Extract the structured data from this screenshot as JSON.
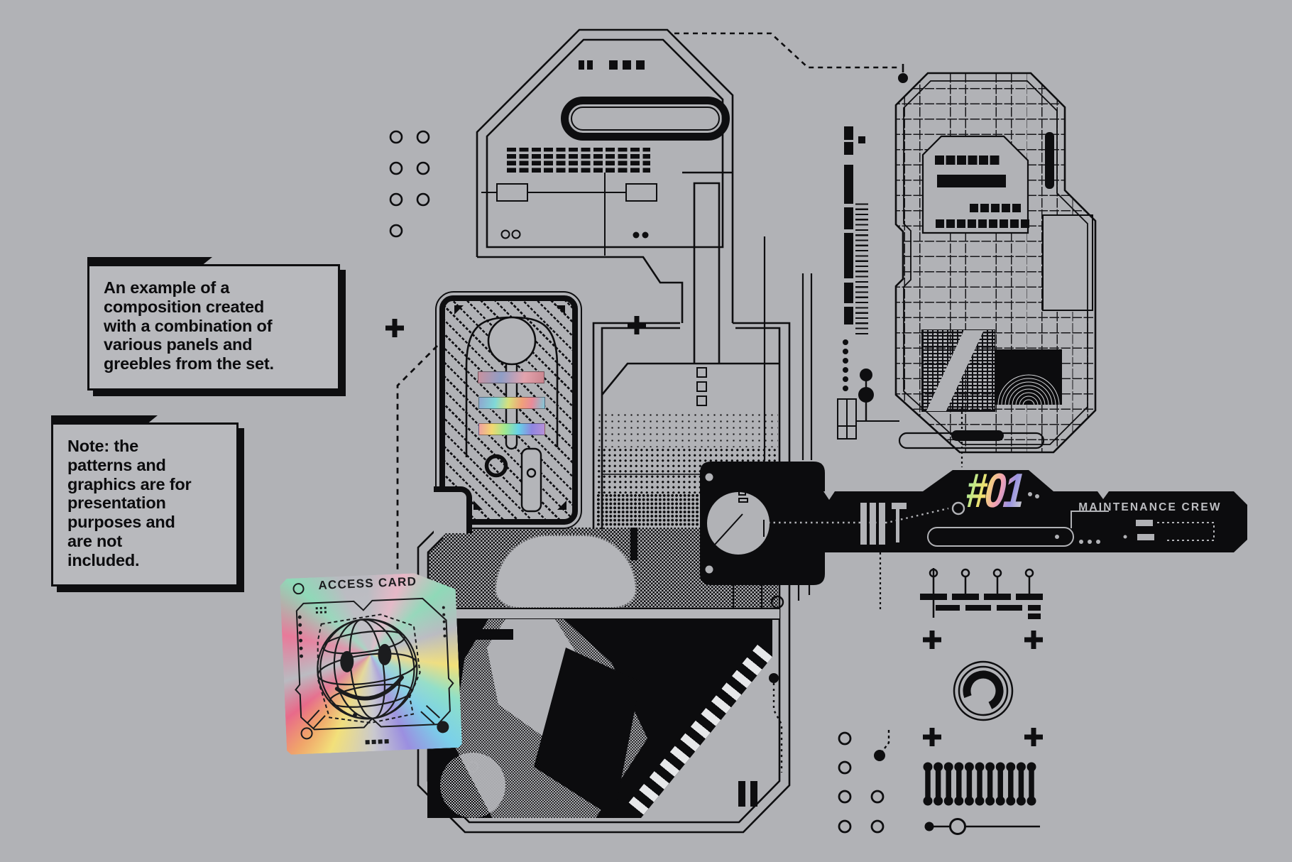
{
  "title": "Panels and greebles composition preview",
  "background_color": "#b1b2b6",
  "ink_color": "#0e0e10",
  "notes": {
    "note1": "An example of a\ncomposition created\nwith a combination of\nvarious panels and\ngreebles from the set.",
    "note2": "Note: the\npatterns and\ngraphics are for\npresentation\npurposes and\nare not\nincluded."
  },
  "access_card": {
    "title": "ACCESS CARD"
  },
  "maintenance_bar": {
    "number": "#01",
    "label": "MAINTENANCE CREW"
  },
  "colors": {
    "holo_bar_rainbow": [
      "#f0a0a0",
      "#f2d870",
      "#9fe890",
      "#66d2e8",
      "#8f86e0",
      "#b890d8"
    ],
    "number_gradient": [
      "#8fd8ee",
      "#b9e98c",
      "#f2e06e",
      "#f2a0b4",
      "#9a93e2",
      "#c9cacf"
    ],
    "hazard_stripe": "#e6e7e9"
  },
  "icons": {
    "globe_smiley_icon": "wireframe globe with smiley face",
    "pause_icon": "two vertical bars",
    "target_reset_icon": "concentric broken ring",
    "plus_marker_icon": "registration plus",
    "keyhole_icon": "keyhole outline with stem",
    "coil_icon": "row of dumbbell pins",
    "slider_icon": "dot line and circle handle",
    "pin_icon": "circle on stem over bar",
    "wrench_bar_icon": "black spanner-shaped bar",
    "access_card_icon": "holographic card"
  }
}
